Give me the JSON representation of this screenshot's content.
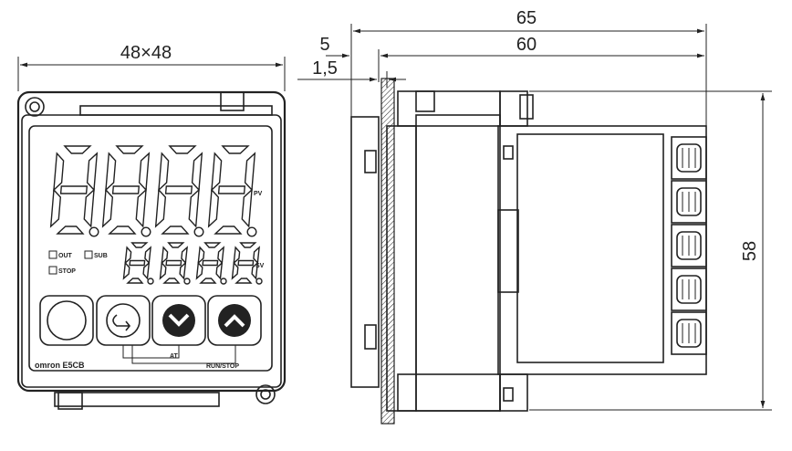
{
  "dimensions": {
    "front_width": "48×48",
    "depth_total": "65",
    "depth_body": "60",
    "front_offset": "5",
    "panel_thickness": "1,5",
    "height": "58"
  },
  "front_panel": {
    "pv_label": "PV",
    "sv_label": "SV",
    "indicators": [
      "OUT",
      "SUB",
      "STOP"
    ],
    "at_label": "AT",
    "run_stop_label": "RUN/STOP",
    "brand": "omron E5CB"
  }
}
